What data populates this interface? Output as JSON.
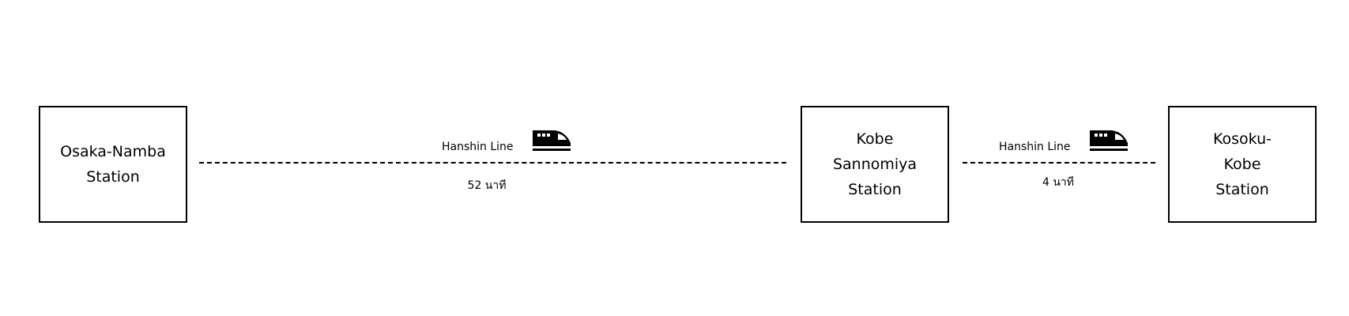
{
  "stations": [
    {
      "name": "Osaka-Namba Station",
      "lines": [
        "Osaka-Namba",
        "Station"
      ]
    },
    {
      "name": "Kobe Sannomiya Station",
      "lines": [
        "Kobe",
        "Sannomiya",
        "Station"
      ]
    },
    {
      "name": "Kosoku-Kobe Station",
      "lines": [
        "Kosoku-",
        "Kobe",
        "Station"
      ]
    }
  ],
  "connections": [
    {
      "line": "Hanshin Line",
      "icon": "train-icon",
      "duration": "52 นาที"
    },
    {
      "line": "Hanshin Line",
      "icon": "train-icon",
      "duration": "4 นาที"
    }
  ]
}
